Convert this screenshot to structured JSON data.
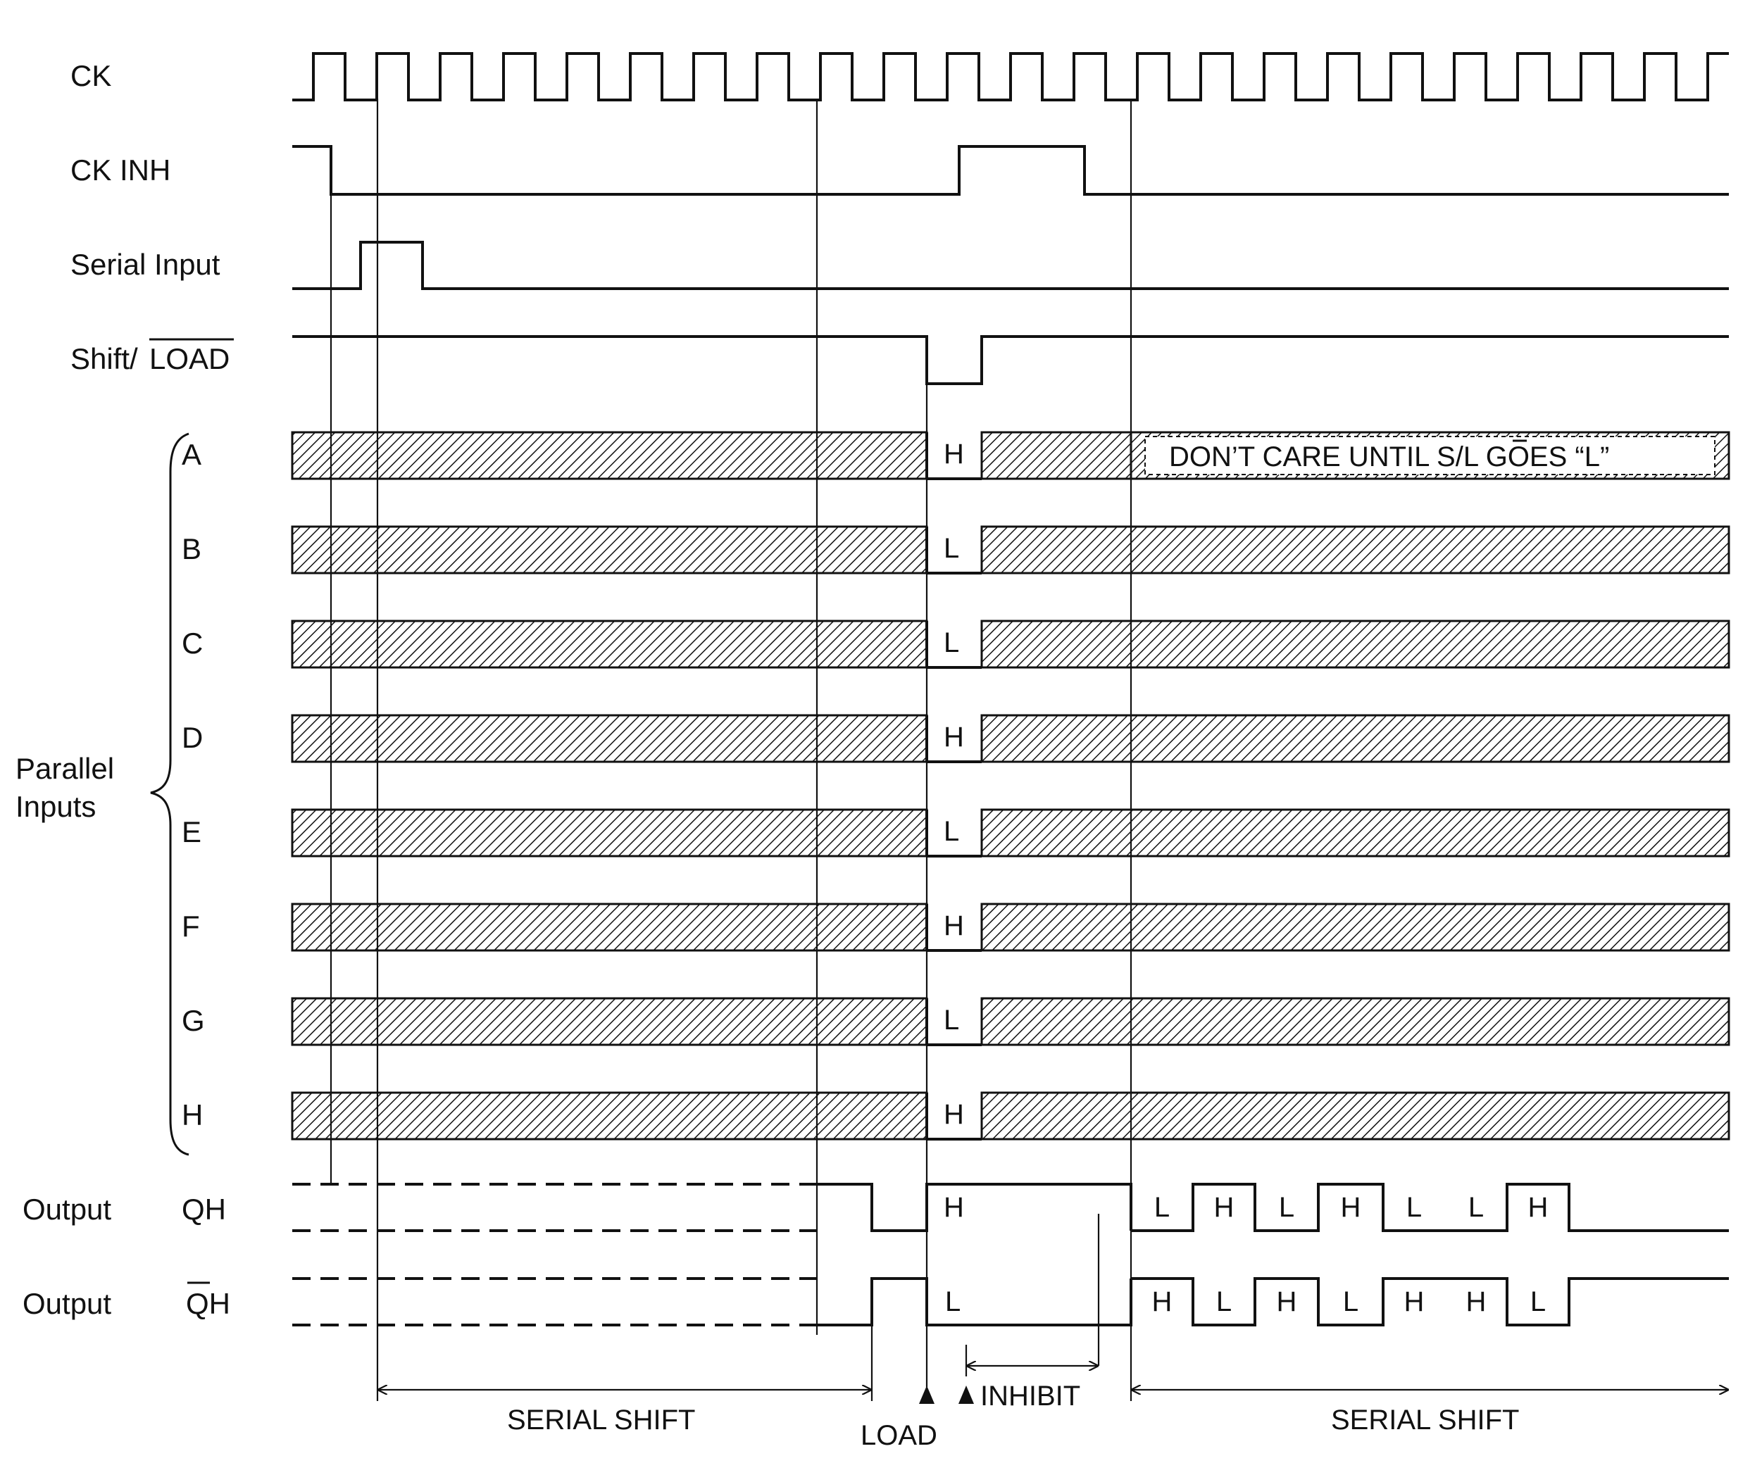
{
  "signals": {
    "ck": "CK",
    "ck_inh": "CK INH",
    "serial_input": "Serial Input",
    "shift_load_prefix": "Shift/",
    "shift_load_bar": "LOAD"
  },
  "parallel": {
    "group_line1": "Parallel",
    "group_line2": "Inputs",
    "lines": [
      {
        "name": "A",
        "value": "H"
      },
      {
        "name": "B",
        "value": "L"
      },
      {
        "name": "C",
        "value": "L"
      },
      {
        "name": "D",
        "value": "H"
      },
      {
        "name": "E",
        "value": "L"
      },
      {
        "name": "F",
        "value": "H"
      },
      {
        "name": "G",
        "value": "L"
      },
      {
        "name": "H",
        "value": "H"
      }
    ],
    "dont_care_text": "DON’T CARE UNTIL  S/L  GOES “L”"
  },
  "outputs": {
    "output_label": "Output",
    "qh": "QH",
    "qh_bar": "QH",
    "qh_load_value": "H",
    "qhbar_load_value": "L",
    "qh_after": [
      "L",
      "H",
      "L",
      "H",
      "L",
      "L",
      "H"
    ],
    "qhbar_after": [
      "H",
      "L",
      "H",
      "L",
      "H",
      "H",
      "L"
    ]
  },
  "annotations": {
    "serial_shift_1": "SERIAL SHIFT",
    "load": "LOAD",
    "inhibit": "INHIBIT",
    "serial_shift_2": "SERIAL SHIFT"
  }
}
